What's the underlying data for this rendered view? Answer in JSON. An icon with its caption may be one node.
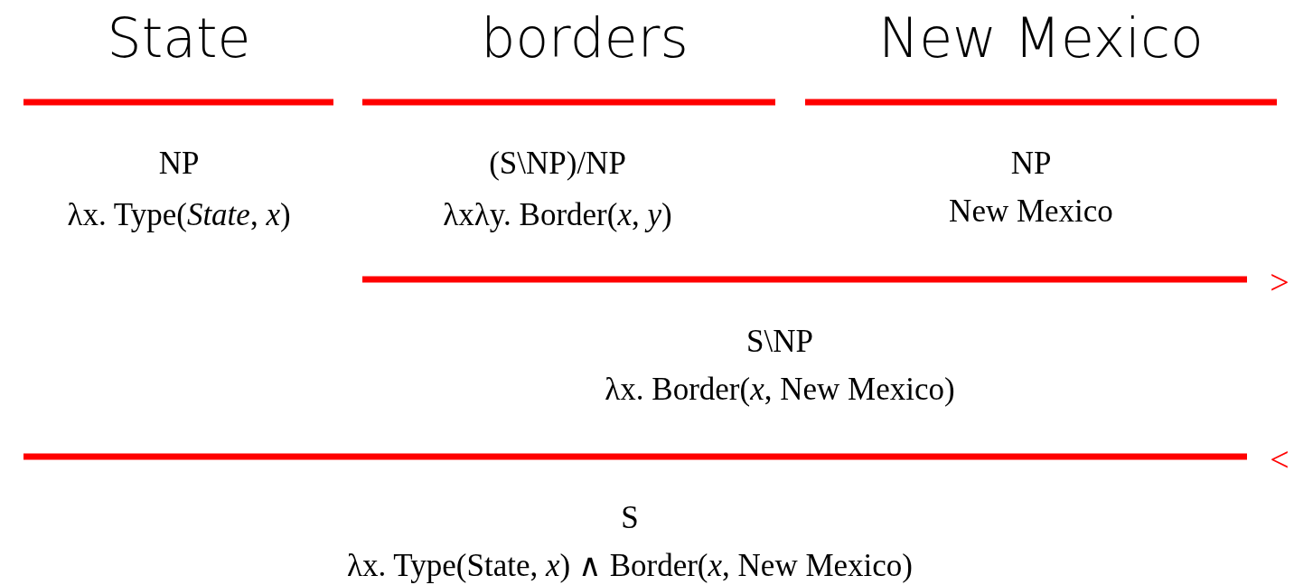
{
  "diagram": {
    "labels": [
      "State",
      "borders",
      "New Mexico",
      "NP",
      "λx. Type(*State*, *x*)",
      "(S\\NP)/NP",
      "λxλy. Border(*x*, *y*)",
      "NP",
      "New Mexico",
      ">",
      "S\\NP",
      "λx. Border(*x*, New Mexico)",
      "<",
      "S",
      "λx. Type(State, *x*) ∧ Border(*x*, New Mexico)"
    ]
  }
}
